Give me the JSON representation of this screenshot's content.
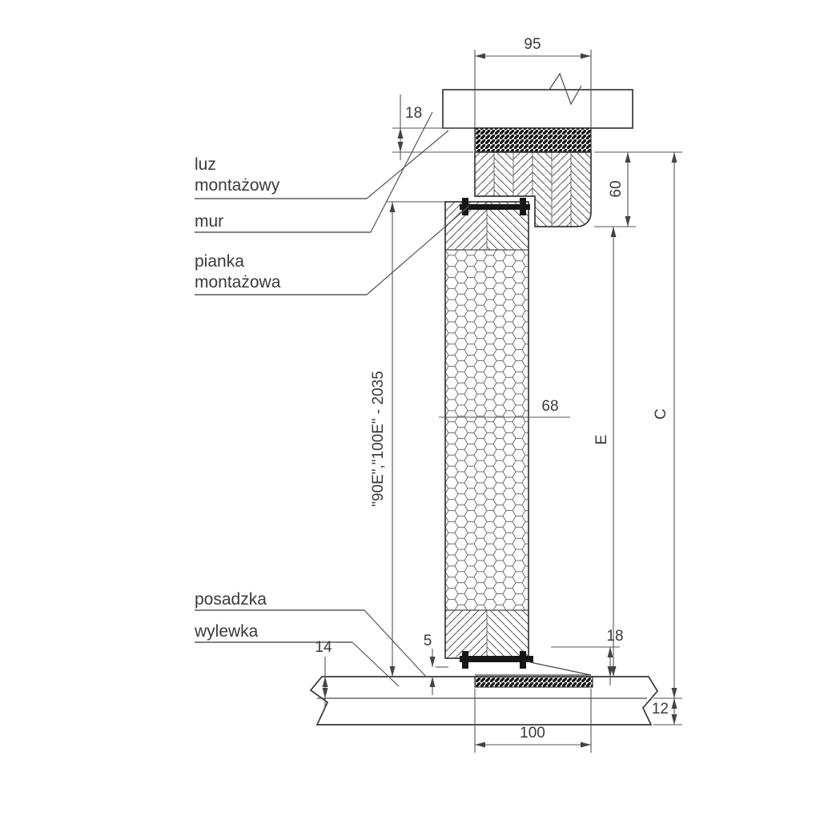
{
  "type": "technical-drawing",
  "subject": "door-frame-vertical-section-detail",
  "colors": {
    "background": "#ffffff",
    "object_line": "#383838",
    "dim_line": "#555555",
    "text": "#3a3a3a",
    "dark_fill": "#161616"
  },
  "callouts": {
    "luz_montazowy": {
      "line1": "luz",
      "line2": "montażowy"
    },
    "mur": {
      "label": "mur"
    },
    "pianka_montazowa": {
      "line1": "pianka",
      "line2": "montażowa"
    },
    "posadzka": {
      "label": "posadzka"
    },
    "wylewka": {
      "label": "wylewka"
    }
  },
  "dimensions": {
    "frame_width_top": "95",
    "mounting_gap_top": "18",
    "frame_section_height": "60",
    "leaf_thickness": "68",
    "leaf_height_note": "\"90E\",\"100E\" - 2035",
    "clear_height": "E",
    "total_height": "C",
    "undercut": "5",
    "mounting_gap_bottom": "18",
    "screed_thickness": "14",
    "slab_layer_thickness": "12",
    "frame_width_bottom": "100"
  }
}
